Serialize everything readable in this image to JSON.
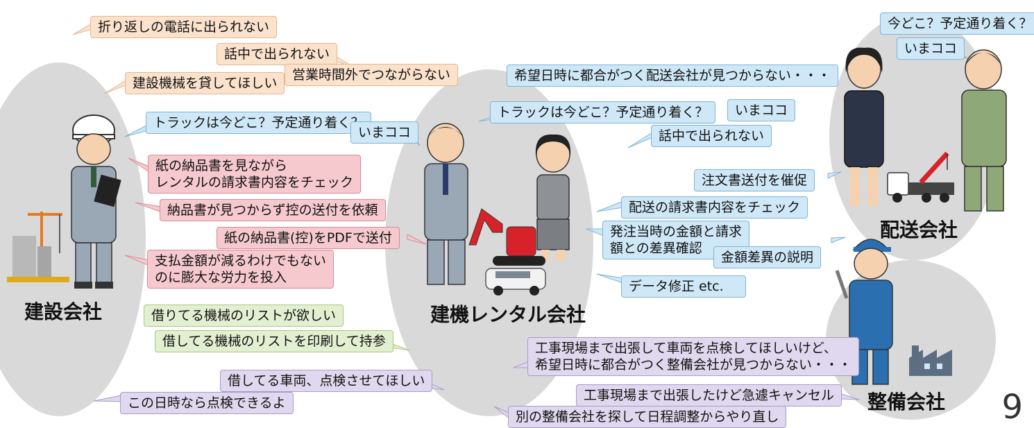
{
  "companies": {
    "construction": "建設会社",
    "rental": "建機レンタル会社",
    "delivery": "配送会社",
    "maintenance": "整備会社"
  },
  "bubbles": {
    "callback": "折り返しの電話に出られない",
    "busy_line_1": "話中で出られない",
    "after_hours": "営業時間外でつながらない",
    "borrow_machine": "建設機械を貸してほしい",
    "where_truck_1": "トラックは今どこ？予定通り着く？",
    "here_now_1": "いまココ",
    "check_invoice": "紙の納品書を見ながら\nレンタルの請求書内容をチェック",
    "request_copy": "納品書が見つからず控の送付を依頼",
    "send_pdf": "紙の納品書(控)をPDFで送付",
    "effort": "支払金額が減るわけでもない\nのに膨大な労力を投入",
    "want_list": "借りてる機械のリストが欲しい",
    "bring_list": "借してる機械のリストを印刷して持参",
    "no_delivery": "希望日時に都合がつく配送会社が見つからない・・・",
    "where_truck_2": "トラックは今どこ？予定通り着く？",
    "here_now_2": "いまココ",
    "busy_line_2": "話中で出られない",
    "where_truck_3": "今どこ？予定通り着く？",
    "here_now_3": "いまココ",
    "prompt_order": "注文書送付を催促",
    "check_delivery_invoice": "配送の請求書内容をチェック",
    "confirm_diff": "発注当時の金額と請求\n額との差異確認",
    "explain_diff": "金額差異の説明",
    "data_fix": "データ修正 etc.",
    "inspect_request": "借してる車両、点検させてほしい",
    "inspect_ok": "この日時なら点検できるよ",
    "no_maintenance": "工事現場まで出張して車両を点検してほしいけど、\n希望日時に都合がつく整備会社が見つからない・・・",
    "cancel": "工事現場まで出張したけど急遽キャンセル",
    "redo": "別の整備会社を探して日程調整からやり直し"
  },
  "page_number": "9",
  "colors": {
    "blob": "#d9d9d9",
    "orange": "#fbe2cd",
    "blue": "#cfe8f7",
    "pink": "#f6c9cf",
    "green": "#e3efd1",
    "purple": "#e0d8ee",
    "worker_gray": "#9aa8b6",
    "delivery_green": "#8fa878",
    "mechanic_blue": "#2a6fb0",
    "suit_navy": "#2c3447",
    "crane_red": "#d8222a"
  }
}
